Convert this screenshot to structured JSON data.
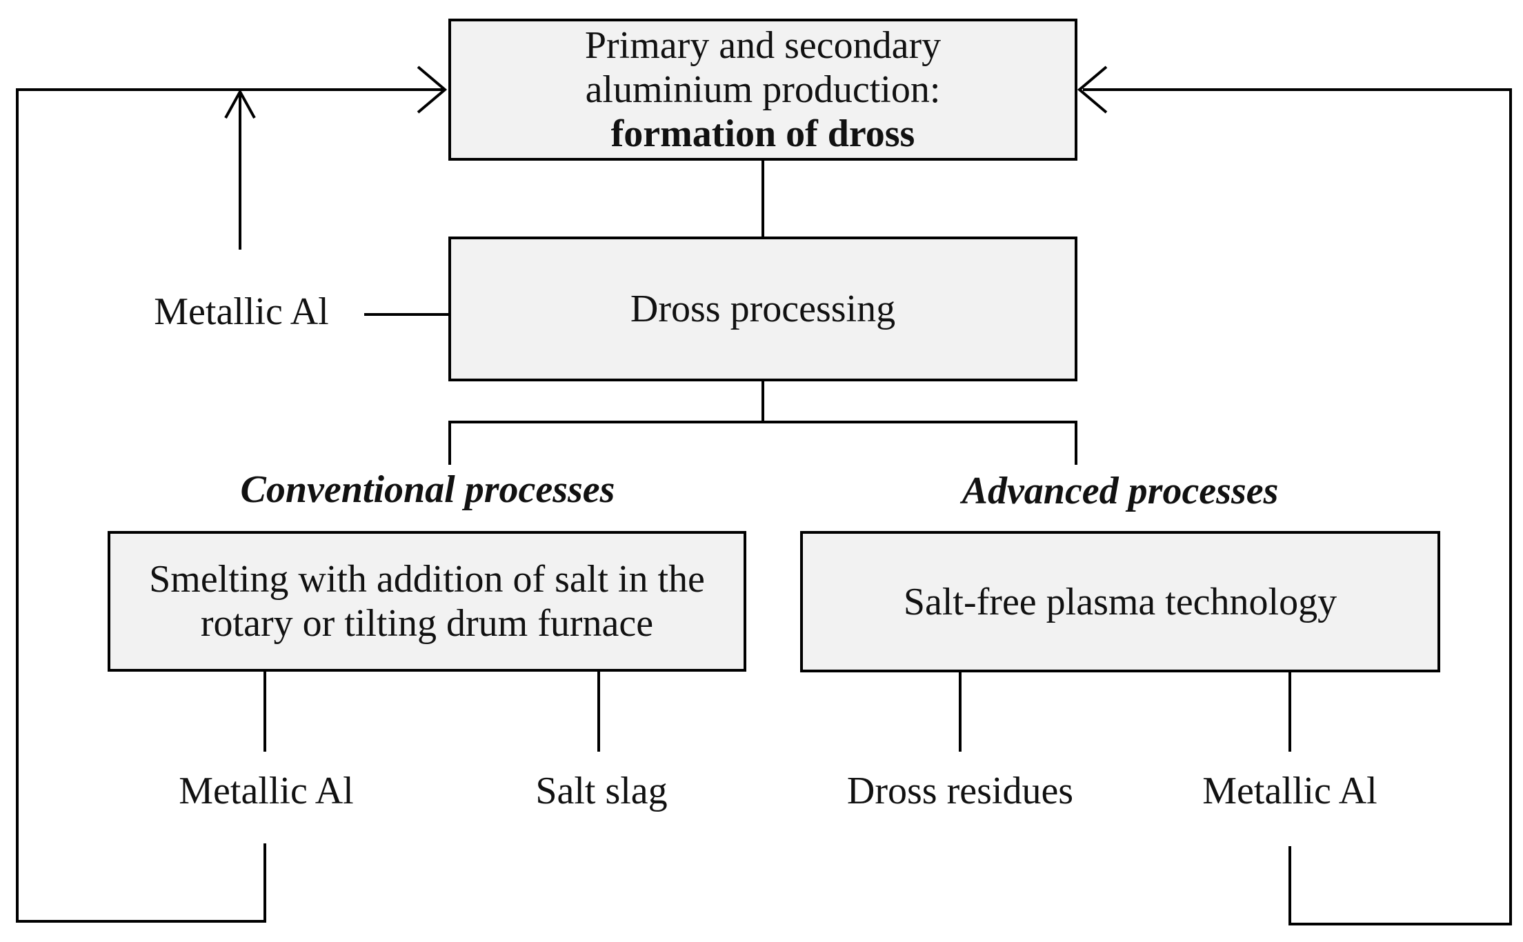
{
  "diagram": {
    "top_box": {
      "line1": "Primary and secondary",
      "line2": "aluminium production:",
      "line3": "formation of dross"
    },
    "dross_box": {
      "label": "Dross processing"
    },
    "input_label": {
      "label": "Metallic Al"
    },
    "branch_titles": {
      "conventional": "Conventional processes",
      "advanced": "Advanced processes"
    },
    "conventional_box": {
      "line1": "Smelting with addition of salt in the",
      "line2": "rotary or tilting drum furnace"
    },
    "advanced_box": {
      "label": "Salt-free plasma technology"
    },
    "outputs": {
      "conventional_metal": "Metallic Al",
      "conventional_slag": "Salt slag",
      "advanced_residues": "Dross residues",
      "advanced_metal": "Metallic Al"
    },
    "colors": {
      "background": "#ffffff",
      "box_fill": "#f2f2f2",
      "box_border": "#000000",
      "connector": "#000000",
      "text": "#111111"
    }
  }
}
